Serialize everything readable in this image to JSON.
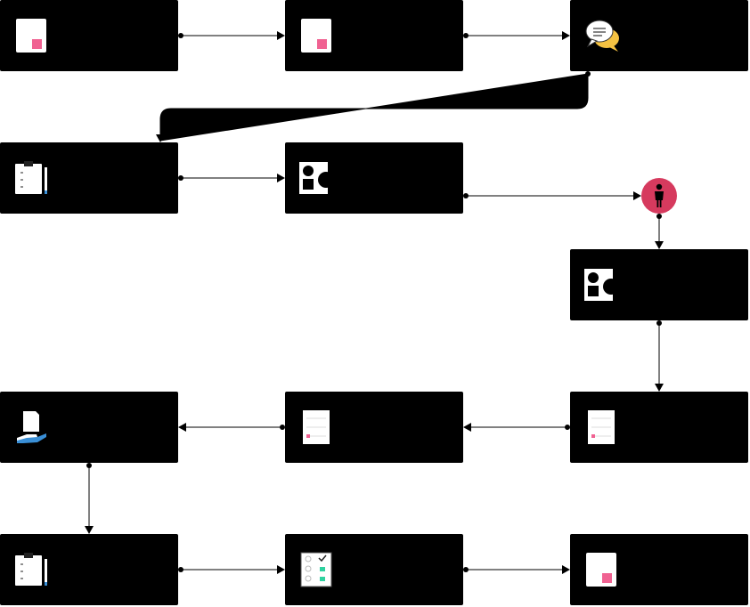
{
  "colors": {
    "node_fill": "#000000",
    "connector": "#000000",
    "doc_accent": "#f06292",
    "person_fill": "#d63a5e",
    "chat_bubble_back": "#f5c242",
    "checklist_mark": "#2fd2a0",
    "clipboard_pen": "#3a8fd6"
  },
  "nodes": [
    {
      "id": "n1",
      "icon": "document-icon",
      "label": ""
    },
    {
      "id": "n2",
      "icon": "document-icon",
      "label": ""
    },
    {
      "id": "n3",
      "icon": "chat-bubbles-icon",
      "label": ""
    },
    {
      "id": "n4",
      "icon": "clipboard-icon",
      "label": ""
    },
    {
      "id": "n5",
      "icon": "shapes-icon",
      "label": ""
    },
    {
      "id": "n6",
      "icon": "shapes-icon",
      "label": ""
    },
    {
      "id": "n7",
      "icon": "form-document-icon",
      "label": ""
    },
    {
      "id": "n8",
      "icon": "form-document-icon",
      "label": ""
    },
    {
      "id": "n9",
      "icon": "hand-document-icon",
      "label": ""
    },
    {
      "id": "n10",
      "icon": "clipboard-icon",
      "label": ""
    },
    {
      "id": "n11",
      "icon": "checklist-icon",
      "label": ""
    },
    {
      "id": "n12",
      "icon": "document-icon",
      "label": ""
    }
  ],
  "actor": {
    "icon": "person-icon"
  },
  "edges": [
    {
      "from": "n1",
      "to": "n2"
    },
    {
      "from": "n2",
      "to": "n3"
    },
    {
      "from": "n3",
      "to": "n4"
    },
    {
      "from": "n4",
      "to": "n5"
    },
    {
      "from": "n5",
      "to": "actor"
    },
    {
      "from": "actor",
      "to": "n6"
    },
    {
      "from": "n6",
      "to": "n7"
    },
    {
      "from": "n7",
      "to": "n8"
    },
    {
      "from": "n8",
      "to": "n9"
    },
    {
      "from": "n9",
      "to": "n10"
    },
    {
      "from": "n10",
      "to": "n11"
    },
    {
      "from": "n11",
      "to": "n12"
    }
  ]
}
